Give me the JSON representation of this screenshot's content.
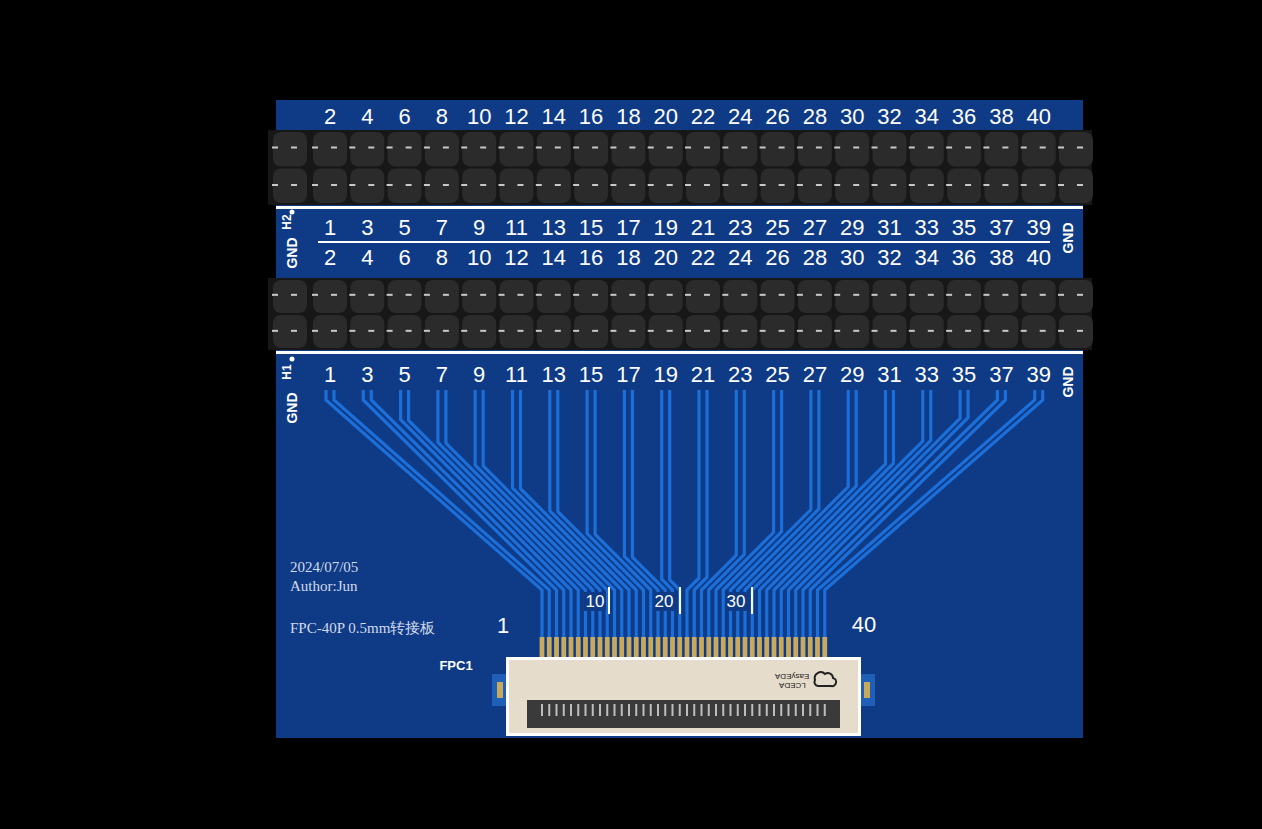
{
  "diagram": {
    "labels": [
      "2",
      "4",
      "6",
      "8",
      "10",
      "12",
      "14",
      "16",
      "18",
      "20",
      "22",
      "24",
      "26",
      "28",
      "30",
      "32",
      "34",
      "36",
      "38",
      "40",
      "1",
      "3",
      "5",
      "7",
      "9",
      "11",
      "13",
      "15",
      "17",
      "19",
      "21",
      "23",
      "25",
      "27",
      "29",
      "31",
      "33",
      "35",
      "37",
      "39",
      "2",
      "4",
      "6",
      "8",
      "10",
      "12",
      "14",
      "16",
      "18",
      "20",
      "22",
      "24",
      "26",
      "28",
      "30",
      "32",
      "34",
      "36",
      "38",
      "40",
      "1",
      "3",
      "5",
      "7",
      "9",
      "11",
      "13",
      "15",
      "17",
      "19",
      "21",
      "23",
      "25",
      "27",
      "29",
      "31",
      "33",
      "35",
      "37",
      "39",
      "H2",
      "GND",
      "GND",
      "H1",
      "GND",
      "GND",
      "10",
      "20",
      "30",
      "1",
      "40",
      "2024/07/05",
      "Author:Jun",
      "FPC-40P 0.5mm转接板",
      "FPC1",
      "LCEDA",
      "EasyEDA"
    ]
  }
}
